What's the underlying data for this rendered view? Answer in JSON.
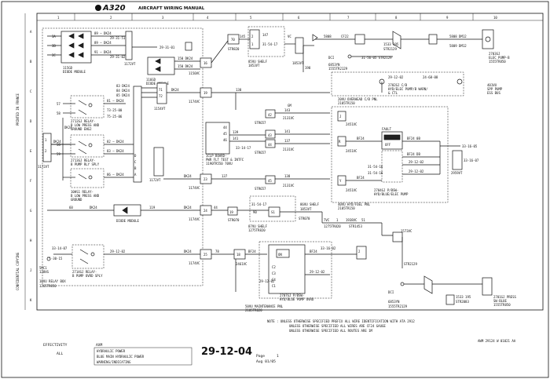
{
  "header": {
    "brand": "A320",
    "manual_title": "AIRCRAFT WIRING MANUAL",
    "column_numbers": [
      "1",
      "2",
      "3",
      "4",
      "5",
      "6",
      "7",
      "8",
      "9",
      "10"
    ],
    "row_letters": [
      "A",
      "B",
      "C",
      "D",
      "E",
      "F",
      "G",
      "H",
      "J",
      "K"
    ],
    "side_label_top": "PRINTED IN FRANCE",
    "side_label_bottom": "CONFIDENTIAL COPYING"
  },
  "components": {
    "diode_module_1": "115GD\nDIODE MODULE",
    "diode_module_2": "116GD\nDIODE MODULE",
    "diode_module_3": "DIODE MODULE",
    "shelf_85vu": "85VU SHELF\n1853VT",
    "shelf_86vu": "86VU SHELF\n1853VT",
    "shelf_87vu": "87VU SHELF\n1275TR820",
    "relay_1": "2712GJ RELAY-\nB LOW PRESS AND\nGROUND ENG2",
    "relay_2": "2713GJ RELAY-\nB PUMP RLY SPLY",
    "relay_3": "10HS1 RELAY-\nB LOW PRESS AND\nGROUND",
    "relay_4": "2714GJ RELAY-\nB PUMP OVRD SPLY",
    "elec_pump_b": "2703GJ\nELEC PUMP-B\n1555TR850",
    "pump_sw": "2704GJ P/BSW-\nHYD/BLUE/ELEC PUMP",
    "ovhd_panel": "20VU OVERHEAD C/B PNL\n2105TR150",
    "hyd_panel": "40VU HYD/FUEL PNL\n2105TR150",
    "maint_panel": "50VU MAINTENANCE PNL\n2105TR020",
    "ovrd_sw": "2707GJ P/BSW-\nHYD/BLUE PUMP OVRD",
    "press_sw": "2701GJ PRESS\nSW-BLUE\n1555TR850",
    "tlp_board": "1CLP BOARD-\nPWR FLT TEST & INTFC\n1190TR550 70VU",
    "cb_1": "2702GJ C/B\nHYD/ELEC PUMP/B WARN/\n& CTL",
    "cb_2": "401VU\nSPP PUMP\nESS BUS",
    "ground_1": "5MC1\n130VG",
    "ground_2": "6853YN\n1555TR2129"
  },
  "wires": {
    "dk24": "DK24",
    "bf24": "BF24",
    "gm": "GM",
    "refs": [
      "29-31-51",
      "29-31-02",
      "29-31-01",
      "29-12-02",
      "24-68-08",
      "73-25-00",
      "75-25-06",
      "33-14-07",
      "31-54-16",
      "29-12-02"
    ]
  },
  "note": "NOTE : UNLESS OTHERWISE SPECIFIED PREFIX ALL WIRE IDENTIFICATION WITH ATA 2912\n UNLESS OTHERWISE SPECIFIED ALL WIRES ARE CF24    GAUGE\n UNLESS OTHERWISE SPECIFIED ALL ROUTES ARE 1M",
  "effectivity": {
    "label": "EFFECTIVITY",
    "value": "ALL",
    "axm": "AXM",
    "title_lines": [
      "HYDRAULIC POWER",
      "BLUE MAIN HYDRAULIC POWER",
      "WARNING/INDICATING"
    ],
    "chapter": "29-12-04",
    "page_label": "Page",
    "page_num": "1",
    "date": "Aug 01/05",
    "ref_code": "AWM 29124 W 01021 AA"
  }
}
